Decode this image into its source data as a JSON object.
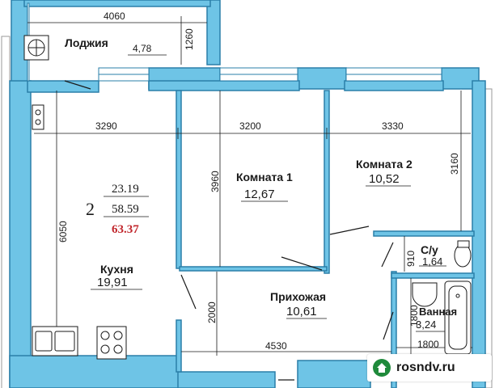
{
  "rooms": {
    "loggia": {
      "name": "Лоджия",
      "area": "4,78"
    },
    "room1": {
      "name": "Комната 1",
      "area": "12,67"
    },
    "room2": {
      "name": "Комната 2",
      "area": "10,52"
    },
    "kitchen": {
      "name": "Кухня",
      "area": "19,91"
    },
    "hallway": {
      "name": "Прихожая",
      "area": "10,61"
    },
    "wc": {
      "name": "С/у",
      "area": "1,64"
    },
    "bathroom": {
      "name": "Ванная",
      "area": "3,24"
    }
  },
  "dimensions": {
    "loggia_width": "4060",
    "loggia_depth": "1260",
    "kitchen_width": "3290",
    "room1_width": "3200",
    "room2_width": "3330",
    "kitchen_length": "6050",
    "room1_length": "3960",
    "room2_length": "3160",
    "hall_wall": "2000",
    "hall_width": "4530",
    "wc_width": "910",
    "bath_length": "1800",
    "bath_width": "1800"
  },
  "apartment": {
    "rooms_count": "2",
    "living_area": "23.19",
    "usable_area": "58.59",
    "total_area": "63.37"
  },
  "colors": {
    "wall": "#6ec4e6",
    "wall_outline": "#2a7fa8",
    "total_area": "#c1272d",
    "watermark_icon": "#1f8a3b"
  },
  "watermark": {
    "text": "rosndv.ru",
    "icon": "house-icon"
  }
}
